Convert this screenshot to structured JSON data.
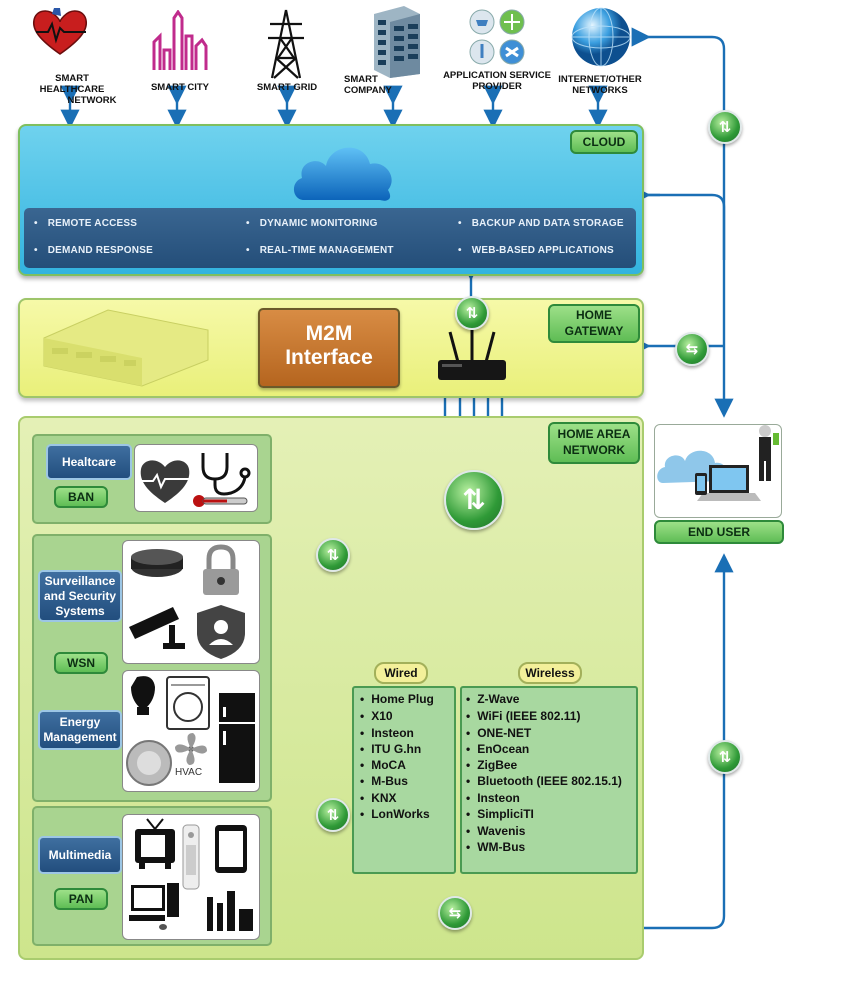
{
  "top_sources": [
    {
      "id": "healthcare",
      "label_line1": "SMART HEALTHCARE",
      "label_line2": "NETWORK",
      "icon": "heart-icon"
    },
    {
      "id": "city",
      "label_line1": "SMART CITY",
      "icon": "city-icon"
    },
    {
      "id": "grid",
      "label_line1": "SMART GRID",
      "icon": "power-tower-icon"
    },
    {
      "id": "company",
      "label_line1": "SMART",
      "label_line2": "COMPANY",
      "icon": "building-icon"
    },
    {
      "id": "asp",
      "label_line1": "APPLICATION SERVICE",
      "label_line2": "PROVIDER",
      "icon": "service-icons-icon"
    },
    {
      "id": "internet",
      "label_line1": "INTERNET/OTHER",
      "label_line2": "NETWORKS",
      "icon": "globe-icon"
    }
  ],
  "cloud": {
    "tag": "CLOUD",
    "services": [
      "REMOTE ACCESS",
      "DYNAMIC MONITORING",
      "BACKUP AND DATA STORAGE",
      "DEMAND RESPONSE",
      "REAL-TIME MANAGEMENT",
      "WEB-BASED APPLICATIONS"
    ]
  },
  "gateway": {
    "tag_line1": "HOME",
    "tag_line2": "GATEWAY",
    "m2m_line1": "M2M",
    "m2m_line2": "Interface"
  },
  "han": {
    "tag_line1": "HOME AREA",
    "tag_line2": "NETWORK",
    "groups": [
      {
        "label": "Healtcare",
        "net": "BAN"
      },
      {
        "label_line1": "Surveillance",
        "label_line2": "and Security",
        "label_line3": "Systems",
        "net": "WSN"
      },
      {
        "label_line1": "Energy",
        "label_line2": "Management",
        "hvac": "HVAC"
      },
      {
        "label": "Multimedia",
        "net": "PAN"
      }
    ],
    "wired": {
      "title": "Wired",
      "items": [
        "Home Plug",
        "X10",
        "Insteon",
        "ITU G.hn",
        "MoCA",
        "M-Bus",
        "KNX",
        "LonWorks"
      ]
    },
    "wireless": {
      "title": "Wireless",
      "items": [
        "Z-Wave",
        "WiFi (IEEE 802.11)",
        "ONE-NET",
        "EnOcean",
        "ZigBee",
        "Bluetooth (IEEE 802.15.1)",
        "Insteon",
        "SimpliciTI",
        "Wavenis",
        "WM-Bus"
      ]
    }
  },
  "end_user": {
    "tag": "END USER"
  },
  "colors": {
    "arrow": "#1a6fb5",
    "tag_green": "#5fbd55",
    "tag_blue": "#2a5683",
    "cloud_panel": "#3fbbe3"
  }
}
